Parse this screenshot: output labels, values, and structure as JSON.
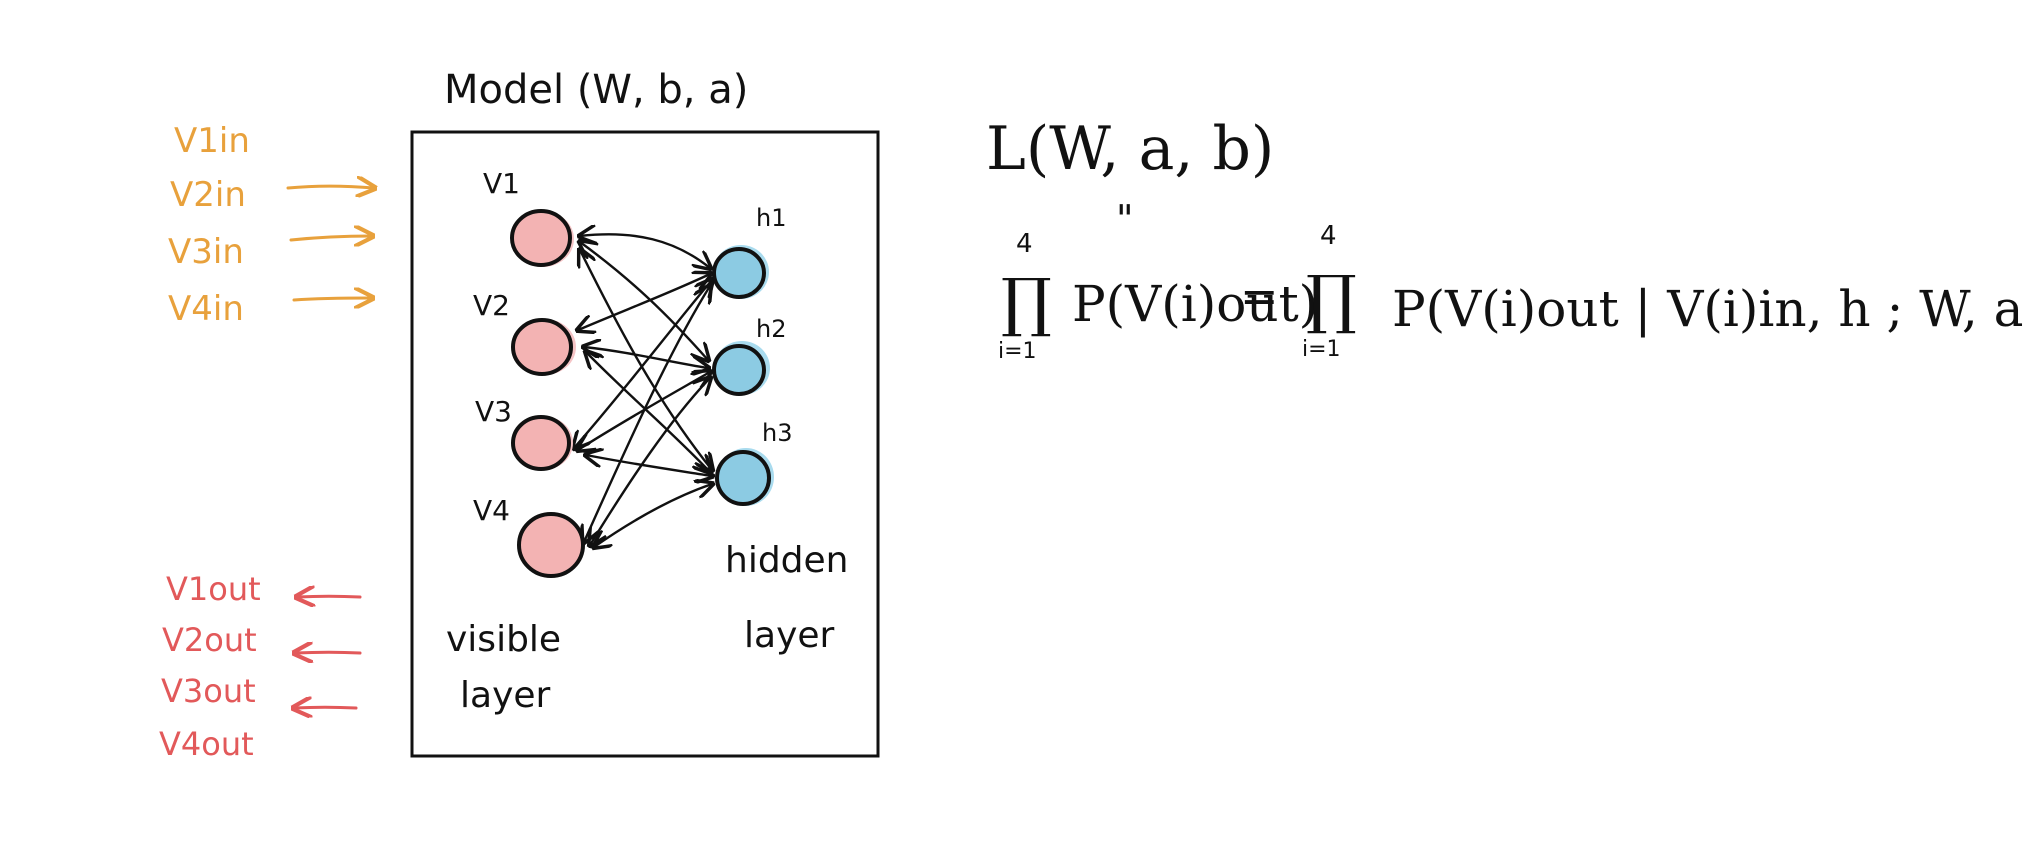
{
  "diagram": {
    "model_title": "Model (W, b, a)",
    "inputs": [
      "V1in",
      "V2in",
      "V3in",
      "V4in"
    ],
    "outputs": [
      "V1out",
      "V2out",
      "V3out",
      "V4out"
    ],
    "visible_nodes": [
      "V1",
      "V2",
      "V3",
      "V4"
    ],
    "hidden_nodes": [
      "h1",
      "h2",
      "h3"
    ],
    "visible_layer_label_1": "visible",
    "visible_layer_label_2": "layer",
    "hidden_layer_label_1": "hidden",
    "hidden_layer_label_2": "layer"
  },
  "equations": {
    "loss": "L(W, a, b)",
    "ditto": "\"",
    "left_prod_upper": "4",
    "left_prod_symbol": "∏",
    "left_prod_lower": "i=1",
    "left_term": "P(V(i)out)",
    "equals": "=",
    "right_prod_upper": "4",
    "right_prod_symbol": "∏",
    "right_prod_lower": "i=1",
    "right_term": "P(V(i)out | V(i)in, h ; W, a, b)"
  },
  "colors": {
    "ink": "#111111",
    "input_orange": "#e8a13c",
    "output_red": "#e2595a",
    "visible_fill": "#f3b3b3",
    "visible_halo": "#f5c4c6",
    "hidden_fill": "#8ccbe3",
    "hidden_halo": "#a9dbee"
  }
}
